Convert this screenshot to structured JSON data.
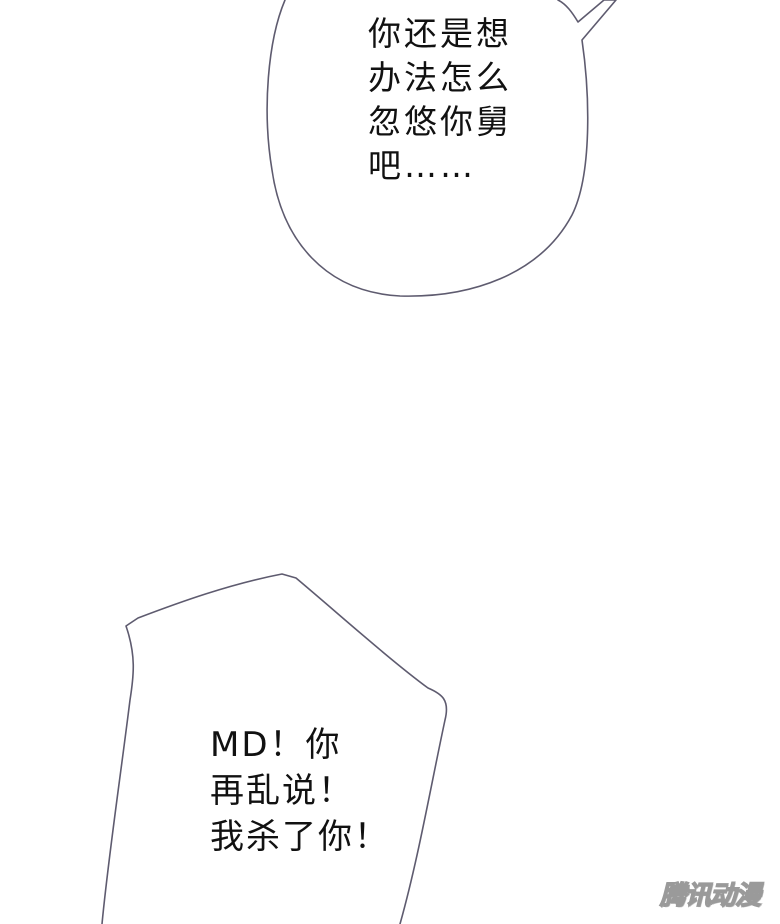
{
  "bubbles": {
    "top": {
      "lines": [
        "你还是想",
        "办法怎么",
        "忽悠你舅",
        "吧……"
      ]
    },
    "bottom": {
      "lines": [
        "MD！你",
        "再乱说！",
        "我杀了你！"
      ]
    }
  },
  "watermark": {
    "text": "腾讯动漫"
  },
  "colors": {
    "background": "#ffffff",
    "bubble_outline": "#5e5b6f",
    "text": "#111111"
  }
}
